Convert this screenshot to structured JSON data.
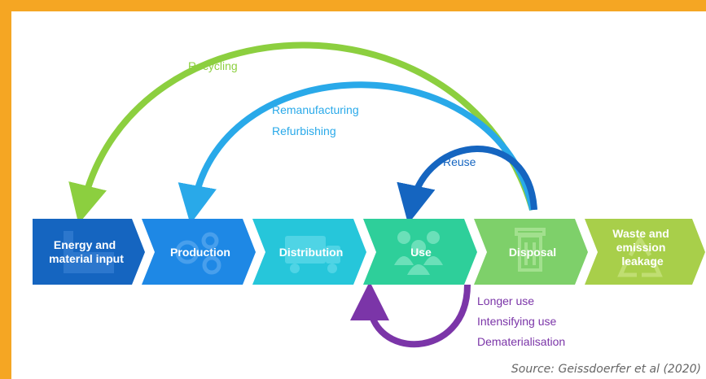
{
  "stages": [
    {
      "label": "Energy and material input",
      "lines": [
        "Energy and",
        "material input"
      ],
      "color": "#1565c0",
      "icon": "factory-icon"
    },
    {
      "label": "Production",
      "lines": [
        "Production"
      ],
      "color": "#1e88e5",
      "icon": "gears-icon"
    },
    {
      "label": "Distribution",
      "lines": [
        "Distribution"
      ],
      "color": "#26c6da",
      "icon": "truck-icon"
    },
    {
      "label": "Use",
      "lines": [
        "Use"
      ],
      "color": "#2ecf9a",
      "icon": "people-icon"
    },
    {
      "label": "Disposal",
      "lines": [
        "Disposal"
      ],
      "color": "#7ed06a",
      "icon": "trash-bin-icon"
    },
    {
      "label": "Waste and emission leakage",
      "lines": [
        "Waste and",
        "emission",
        "leakage"
      ],
      "color": "#a8cf4a",
      "icon": "recycle-icon"
    }
  ],
  "loops": {
    "recycling": {
      "label": "Recycling",
      "color": "#8ccf3f"
    },
    "remanufacturing": {
      "label": "Remanufacturing",
      "color": "#29a9e9"
    },
    "refurbishing": {
      "label": "Refurbishing",
      "color": "#29a9e9"
    },
    "reuse": {
      "label": "Reuse",
      "color": "#1565c0"
    },
    "slowing": {
      "labels": [
        "Longer use",
        "Intensifying use",
        "Dematerialisation"
      ],
      "color": "#7b35a8"
    }
  },
  "source": "Source: Geissdoerfer et al (2020)"
}
